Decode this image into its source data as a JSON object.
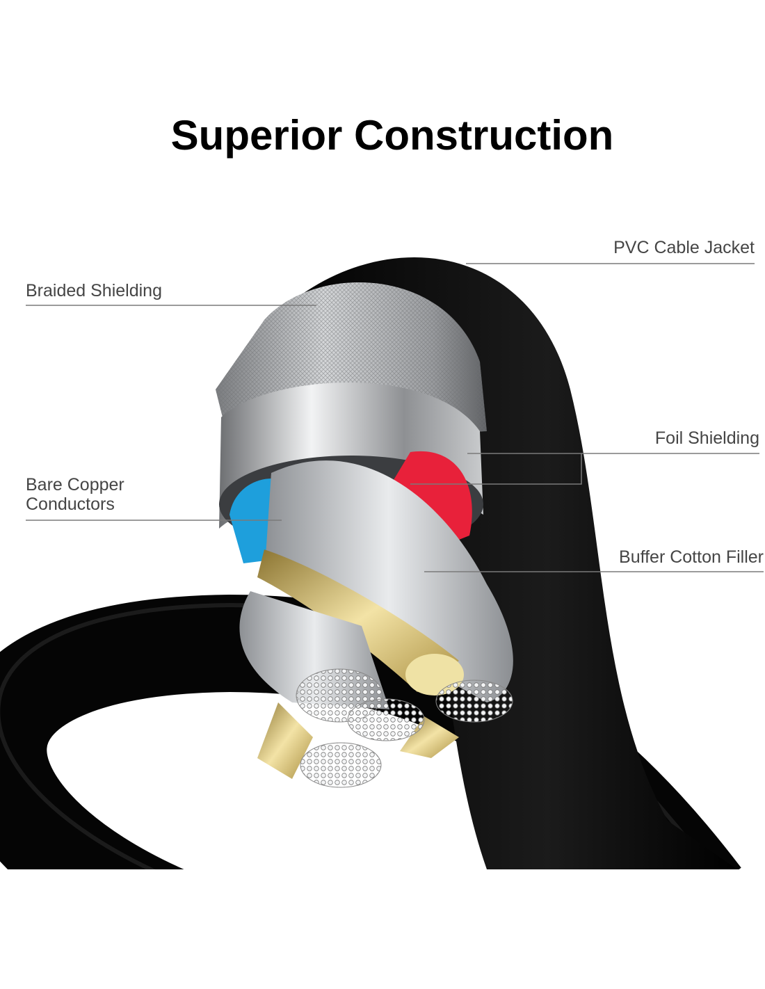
{
  "title": "Superior Construction",
  "labels": {
    "pvc_jacket": "PVC Cable Jacket",
    "braided_shielding": "Braided Shielding",
    "foil_shielding": "Foil Shielding",
    "bare_copper_line1": "Bare Copper",
    "bare_copper_line2": "Conductors",
    "buffer_filler": "Buffer Cotton Filler"
  },
  "colors": {
    "jacket": "#0a0a0a",
    "braid": "#a9abae",
    "foil": "#c4c6c8",
    "wire_red": "#e8213a",
    "wire_blue": "#1e9fdc",
    "copper_gold": "#d9c27a",
    "leader_line": "#7a7a7a"
  }
}
